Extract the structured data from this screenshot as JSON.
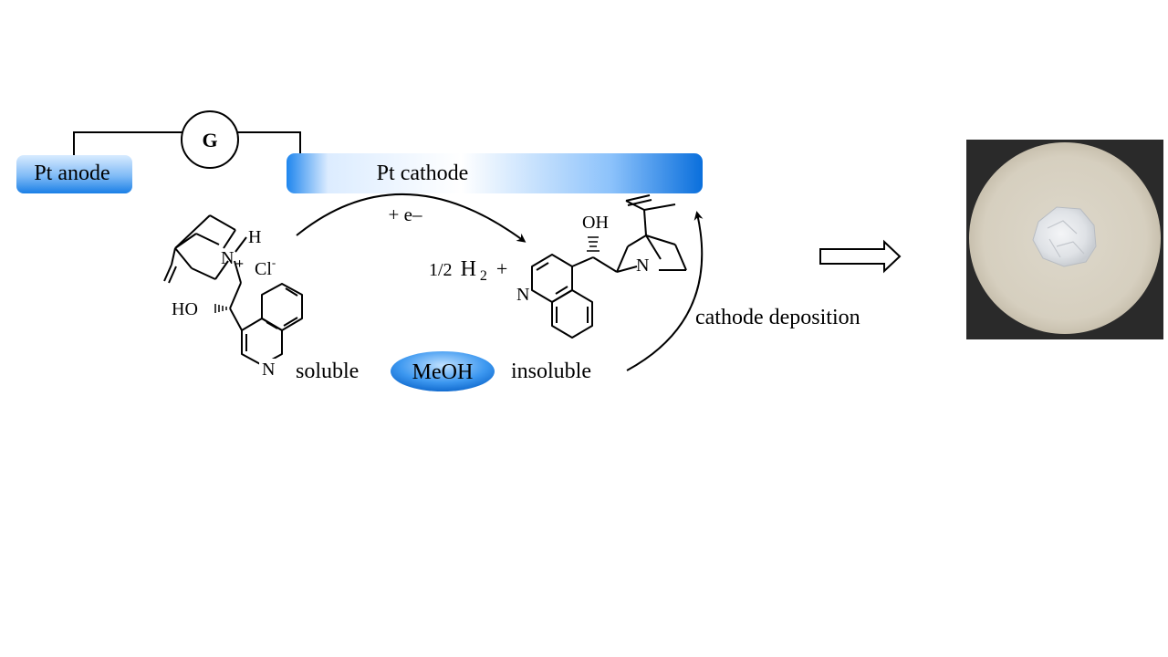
{
  "circuit": {
    "galvanometer_label": "G",
    "anode_label": "Pt anode",
    "cathode_label": "Pt cathode"
  },
  "reaction": {
    "electron_label": "+ e–",
    "reactant": {
      "n_label": "N",
      "plus_label": "+",
      "h_label": "H",
      "counterion": "Cl",
      "counterion_charge": "-",
      "hydroxyl_label": "HO",
      "ring_n_label": "N"
    },
    "byproduct": {
      "coefficient": "1/2",
      "h2_base": "H",
      "h2_subscript": "2",
      "plus": "+"
    },
    "product": {
      "hydroxyl_label": "OH",
      "n_label": "N",
      "ring_n_label": "N"
    },
    "soluble_label": "soluble",
    "solvent_label": "MeOH",
    "insoluble_label": "insoluble",
    "deposition_label": "cathode deposition"
  },
  "colors": {
    "electrode_blue": "#0a74e0",
    "electrode_light": "#eaf4ff",
    "photo_disc": "#d9d3c4",
    "photo_deposit": "#e9ebee"
  }
}
